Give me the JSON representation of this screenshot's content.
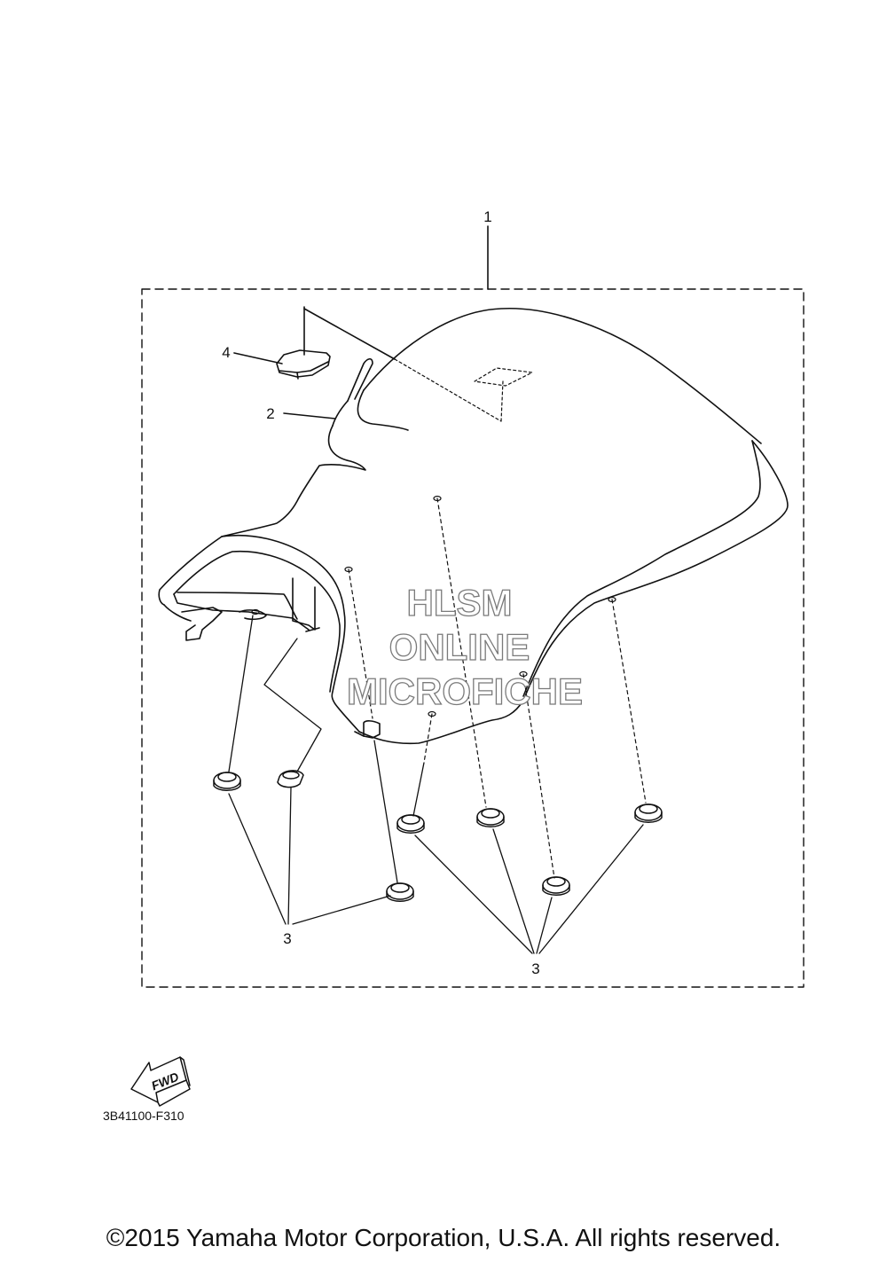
{
  "diagram": {
    "callouts": {
      "c1": "1",
      "c2": "2",
      "c3a": "3",
      "c3b": "3",
      "c4": "4"
    },
    "diagram_code": "3B41100-F310",
    "fwd_label": "FWD",
    "watermark": [
      "HLSM",
      "ONLINE",
      "MICROFICHE"
    ]
  },
  "footer": {
    "copyright": "©2015 Yamaha Motor Corporation, U.S.A. All rights reserved."
  }
}
